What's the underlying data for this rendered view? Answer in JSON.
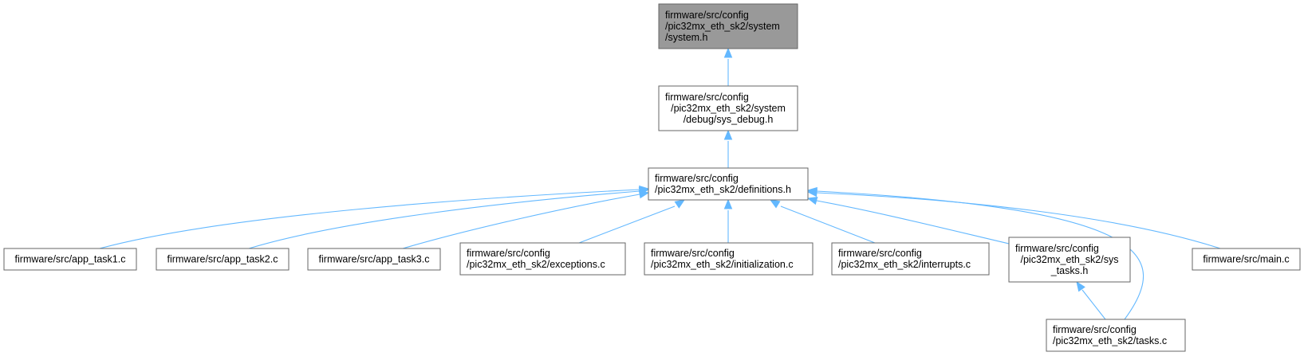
{
  "diagram": {
    "nodes": [
      {
        "id": "system_h",
        "lines": [
          "firmware/src/config",
          "/pic32mx_eth_sk2/system",
          "/system.h"
        ],
        "highlighted": true
      },
      {
        "id": "sys_debug_h",
        "lines": [
          "firmware/src/config",
          "/pic32mx_eth_sk2/system",
          "/debug/sys_debug.h"
        ]
      },
      {
        "id": "definitions_h",
        "lines": [
          "firmware/src/config",
          "/pic32mx_eth_sk2/definitions.h"
        ]
      },
      {
        "id": "app_task1_c",
        "lines": [
          "firmware/src/app_task1.c"
        ]
      },
      {
        "id": "app_task2_c",
        "lines": [
          "firmware/src/app_task2.c"
        ]
      },
      {
        "id": "app_task3_c",
        "lines": [
          "firmware/src/app_task3.c"
        ]
      },
      {
        "id": "exceptions_c",
        "lines": [
          "firmware/src/config",
          "/pic32mx_eth_sk2/exceptions.c"
        ]
      },
      {
        "id": "initialization_c",
        "lines": [
          "firmware/src/config",
          "/pic32mx_eth_sk2/initialization.c"
        ]
      },
      {
        "id": "interrupts_c",
        "lines": [
          "firmware/src/config",
          "/pic32mx_eth_sk2/interrupts.c"
        ]
      },
      {
        "id": "sys_tasks_h",
        "lines": [
          "firmware/src/config",
          "/pic32mx_eth_sk2/sys",
          "_tasks.h"
        ]
      },
      {
        "id": "main_c",
        "lines": [
          "firmware/src/main.c"
        ]
      },
      {
        "id": "tasks_c",
        "lines": [
          "firmware/src/config",
          "/pic32mx_eth_sk2/tasks.c"
        ]
      }
    ],
    "edges": [
      {
        "from": "sys_debug_h",
        "to": "system_h"
      },
      {
        "from": "definitions_h",
        "to": "sys_debug_h"
      },
      {
        "from": "app_task1_c",
        "to": "definitions_h"
      },
      {
        "from": "app_task2_c",
        "to": "definitions_h"
      },
      {
        "from": "app_task3_c",
        "to": "definitions_h"
      },
      {
        "from": "exceptions_c",
        "to": "definitions_h"
      },
      {
        "from": "initialization_c",
        "to": "definitions_h"
      },
      {
        "from": "interrupts_c",
        "to": "definitions_h"
      },
      {
        "from": "sys_tasks_h",
        "to": "definitions_h"
      },
      {
        "from": "main_c",
        "to": "definitions_h"
      },
      {
        "from": "tasks_c",
        "to": "definitions_h"
      },
      {
        "from": "tasks_c",
        "to": "sys_tasks_h"
      }
    ],
    "colors": {
      "edge": "#63b8ff",
      "node_border": "#666666",
      "highlight_fill": "#999999"
    }
  }
}
